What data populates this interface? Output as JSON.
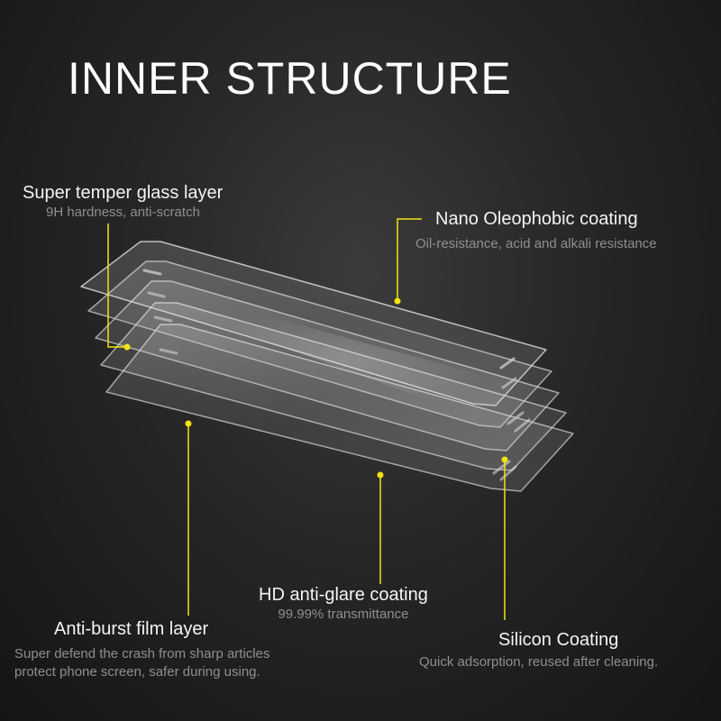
{
  "title": "INNER STRUCTURE",
  "colors": {
    "leader": "#f2e312",
    "title": "#ffffff",
    "label_main": "#f4f4f4",
    "label_sub": "#8f8f8f",
    "background": "#262626"
  },
  "labels": {
    "glass": {
      "title": "Super temper glass layer",
      "subtitle": "9H hardness, anti-scratch"
    },
    "oleophobic": {
      "title": "Nano Oleophobic coating",
      "subtitle": "Oil-resistance, acid and alkali resistance"
    },
    "antiglare": {
      "title": "HD anti-glare coating",
      "subtitle": "99.99% transmittance"
    },
    "antiburst": {
      "title": "Anti-burst film layer",
      "subtitle_1": "Super defend the crash from sharp articles",
      "subtitle_2": "protect phone screen, safer during using."
    },
    "silicon": {
      "title": "Silicon Coating",
      "subtitle": "Quick adsorption, reused after cleaning."
    }
  }
}
